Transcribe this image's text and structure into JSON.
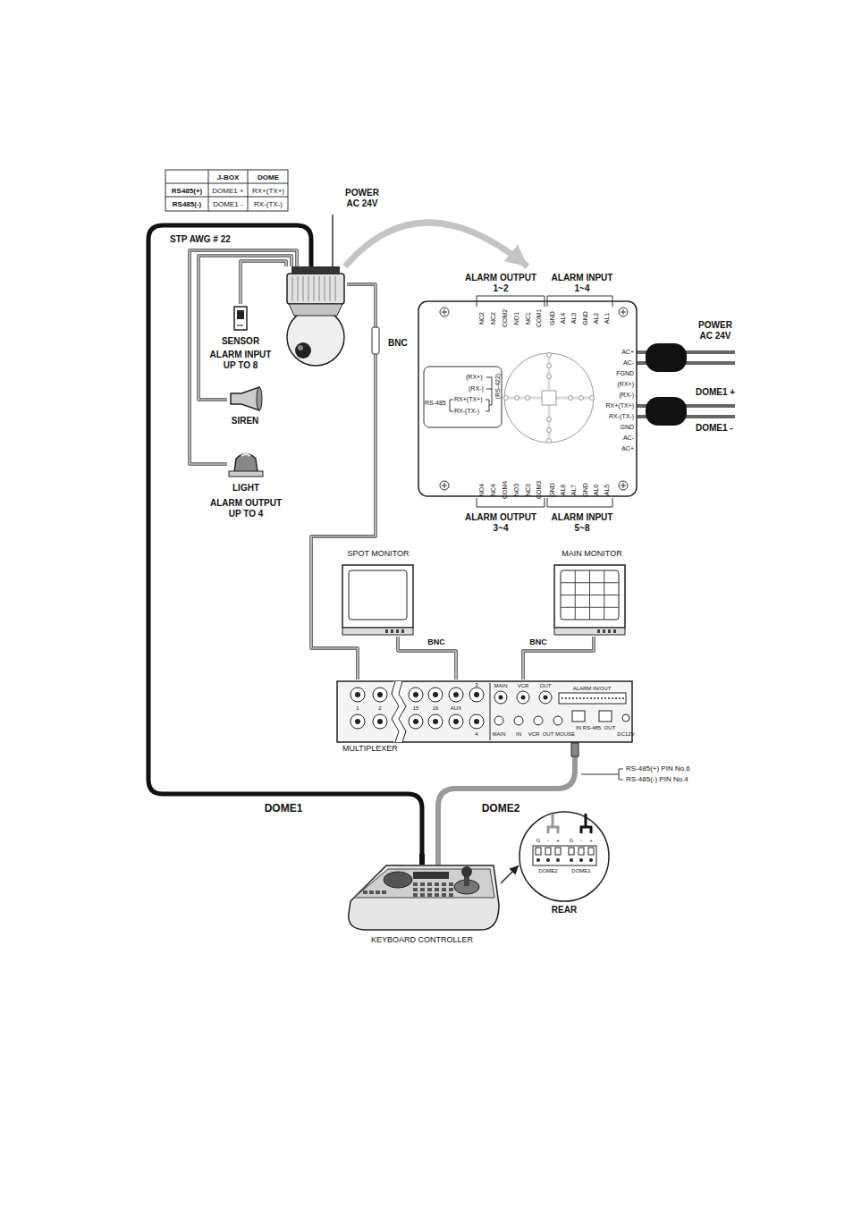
{
  "diagram": {
    "nodes": [
      {
        "text": [
          "POWER AC 24V"
        ]
      },
      {
        "text": [
          "SENSOR",
          "ALARM INPUT UP TO 8"
        ]
      },
      {
        "text": [
          "SIREN"
        ]
      },
      {
        "text": [
          "LIGHT",
          "ALARM OUTPUT UP TO 4"
        ]
      },
      {
        "text": [
          "ALARM OUTPUT 1~2",
          "ALARM INPUT 1~4",
          "ALARM OUTPUT 3~4",
          "ALARM INPUT 5~8"
        ]
      },
      {
        "text": [
          "(RX+)",
          "(RX-)",
          "RX+(TX+)",
          "RX-(TX-)",
          "RS-485",
          "(RS-422)"
        ],
        "in": 4
      },
      {
        "text": [
          "SPOT MONITOR"
        ]
      },
      {
        "text": [
          "MAIN MONITOR"
        ]
      },
      {
        "text": [
          "MULTIPLEXER"
        ]
      },
      {
        "text": [
          "KEYBOARD CONTROLLER"
        ]
      },
      {
        "text": [
          "DOME2",
          "DOME1",
          "REAR"
        ]
      }
    ],
    "edges": [
      {
        "from": 0,
        "to": 1,
        "arrow": "none"
      },
      {
        "from": 0,
        "to": 2,
        "arrow": "none"
      },
      {
        "from": 0,
        "to": 3,
        "arrow": "none"
      },
      {
        "from": 0,
        "to": 4,
        "arrow": "to"
      },
      {
        "from": 0,
        "to": 8,
        "label": "BNC",
        "arrow": "none"
      },
      {
        "from": 8,
        "to": 6,
        "label": "BNC",
        "arrow": "none"
      },
      {
        "from": 8,
        "to": 7,
        "label": "BNC",
        "arrow": "none"
      },
      {
        "from": 0,
        "to": 9,
        "label": "DOME1",
        "arrow": "none"
      },
      {
        "from": 8,
        "to": 9,
        "label": "DOME2",
        "arrow": "none"
      },
      {
        "from": 9,
        "to": 10,
        "arrow": "to"
      }
    ],
    "labels": [
      "J-BOX",
      "DOME",
      "RS485(+)",
      "DOME1 +",
      "RX+(TX+)",
      "RS485(-)",
      "DOME1 -",
      "RX-(TX-)",
      "STP AWG # 22",
      "NC2",
      "NC2",
      "COM2",
      "NO1",
      "NC1",
      "COM1",
      "GND",
      "AL4",
      "AL3",
      "GND",
      "AL2",
      "AL1",
      "NO4",
      "NC4",
      "COM4",
      "NO3",
      "NC3",
      "COM3",
      "GND",
      "AL8",
      "AL7",
      "GND",
      "AL6",
      "AL5",
      "AC+",
      "AC-",
      "FGND",
      "(RX+)",
      "(RX-)",
      "RX+(TX+)",
      "RX-(TX-)",
      "GND",
      "AC-",
      "AC+",
      "POWER AC 24V",
      "DOME1 +",
      "DOME1 -",
      "1",
      "2",
      "15",
      "16",
      "3",
      "AUX",
      "4",
      "MAIN",
      "VCR",
      "OUT",
      "ALARM IN/OUT",
      "MAIN",
      "IN",
      "VCR",
      "OUT",
      "MOUSE",
      "IN",
      "RS-485",
      "OUT",
      "DC12V",
      "RS-485(+) PIN No.6",
      "RS-485(-) PIN No.4",
      "G",
      "-",
      "+",
      "G",
      "-",
      "+"
    ]
  }
}
